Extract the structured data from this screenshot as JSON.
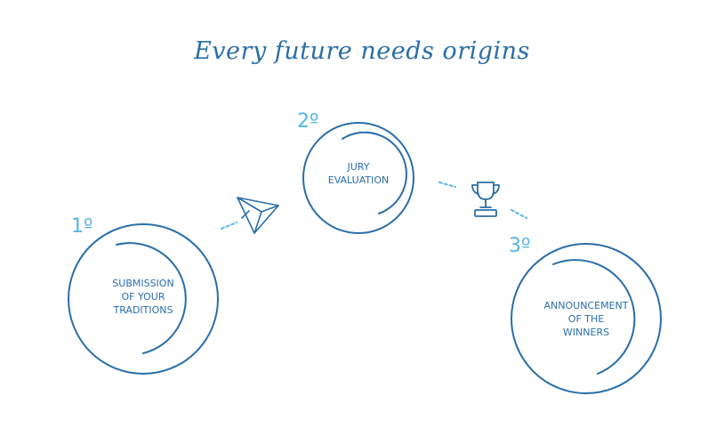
{
  "header": {
    "title": "Every future needs origins"
  },
  "steps": [
    {
      "number": "1º",
      "label_lines": [
        "SUBMISSION",
        "OF YOUR",
        "TRADITIONS"
      ]
    },
    {
      "number": "2º",
      "label_lines": [
        "JURY",
        "EVALUATION"
      ]
    },
    {
      "number": "3º",
      "label_lines": [
        "ANNOUNCEMENT",
        "OF THE",
        "WINNERS"
      ]
    }
  ],
  "icons": {
    "paper_plane": "paper-plane-icon",
    "trophy": "trophy-icon"
  },
  "colors": {
    "primary": "#2a6ea8",
    "accent": "#55b6e3",
    "background": "#ffffff"
  }
}
